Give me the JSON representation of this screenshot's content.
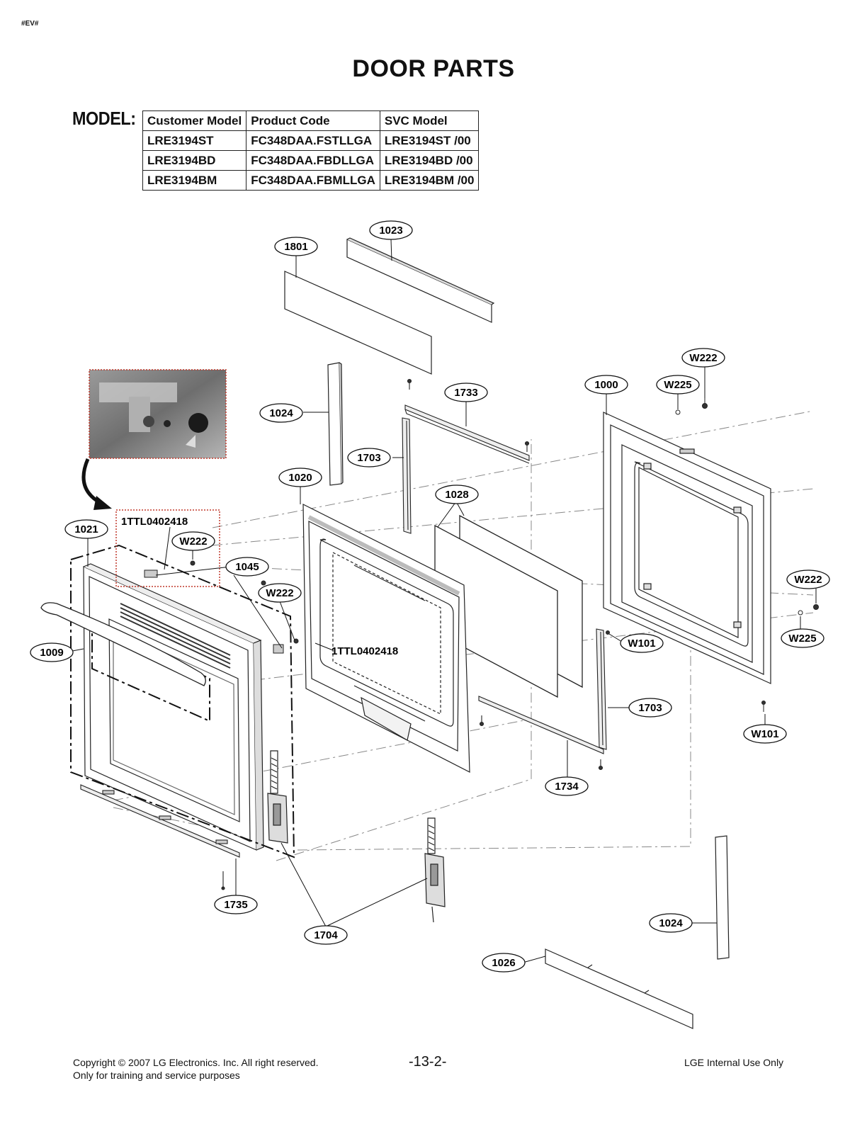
{
  "header": {
    "tag": "#EV#",
    "title": "DOOR PARTS"
  },
  "model_section": {
    "label": "MODEL:",
    "columns": [
      "Customer Model",
      "Product Code",
      "SVC Model"
    ],
    "rows": [
      [
        "LRE3194ST",
        "FC348DAA.FSTLLGA",
        "LRE3194ST /00"
      ],
      [
        "LRE3194BD",
        "FC348DAA.FBDLLGA",
        "LRE3194BD /00"
      ],
      [
        "LRE3194BM",
        "FC348DAA.FBMLLGA",
        "LRE3194BM /00"
      ]
    ]
  },
  "diagram": {
    "callouts": {
      "p1023": "1023",
      "p1801": "1801",
      "p1024_top": "1024",
      "p1733": "1733",
      "p1703_top": "1703",
      "p1000": "1000",
      "w225_top": "W225",
      "w222_top": "W222",
      "p1020": "1020",
      "p1028": "1028",
      "p1021": "1021",
      "w222_left": "W222",
      "p1045": "1045",
      "w222_mid": "W222",
      "p1009": "1009",
      "w222_right": "W222",
      "w225_right": "W225",
      "w101_mid": "W101",
      "p1703_bottom": "1703",
      "w101_right": "W101",
      "p1734": "1734",
      "p1735": "1735",
      "p1704": "1704",
      "p1024_bottom": "1024",
      "p1026": "1026"
    },
    "labels": {
      "ttl_top": "1TTL0402418",
      "ttl_mid": "1TTL0402418"
    }
  },
  "footer": {
    "copyright": "Copyright © 2007 LG Electronics. Inc. All right reserved.",
    "training": "Only for training and service purposes",
    "page_number": "-13-2-",
    "internal": "LGE Internal Use Only"
  }
}
